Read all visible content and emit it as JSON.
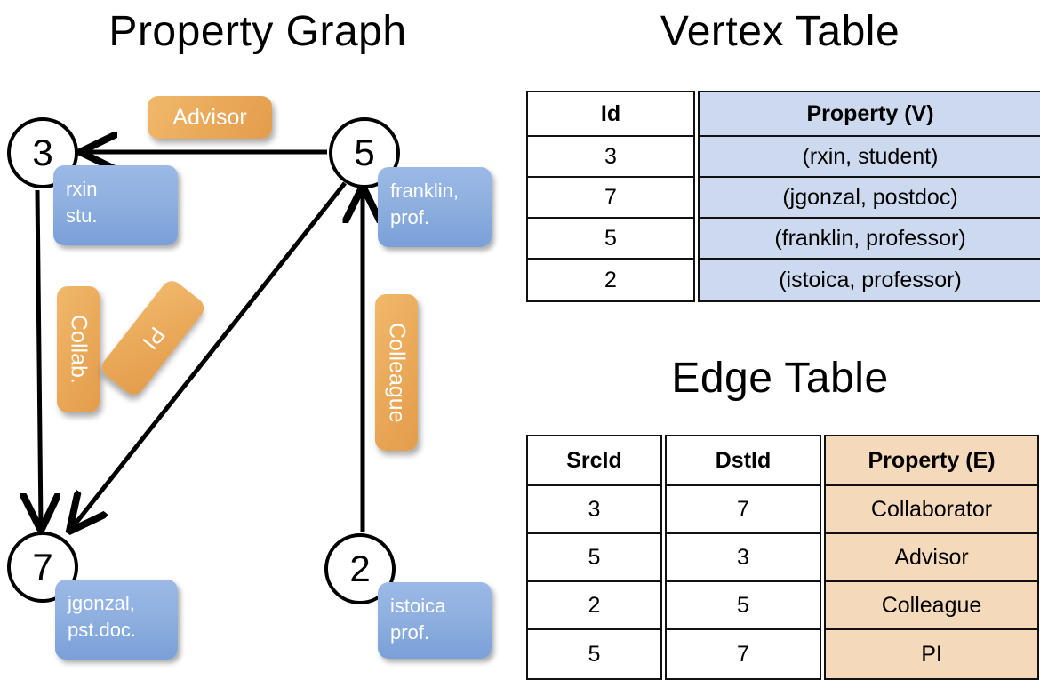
{
  "titles": {
    "property_graph": "Property Graph",
    "vertex_table": "Vertex Table",
    "edge_table": "Edge Table"
  },
  "colors": {
    "vertex_property_fill": "#ccd9ee",
    "edge_property_fill": "#f4dabb",
    "vertex_box": "#8fb0e0",
    "edge_box": "#eaa95a",
    "stroke": "#000000",
    "background": "#ffffff"
  },
  "graph": {
    "nodes": [
      {
        "id": "3",
        "label": "3",
        "property_lines": [
          "rxin",
          "stu."
        ]
      },
      {
        "id": "5",
        "label": "5",
        "property_lines": [
          "franklin,",
          "prof."
        ]
      },
      {
        "id": "7",
        "label": "7",
        "property_lines": [
          "jgonzal,",
          "pst.doc."
        ]
      },
      {
        "id": "2",
        "label": "2",
        "property_lines": [
          "istoica",
          "prof."
        ]
      }
    ],
    "edge_labels": [
      {
        "name": "advisor",
        "text": "Advisor",
        "orientation": "horizontal"
      },
      {
        "name": "collab",
        "text": "Collab.",
        "orientation": "vertical"
      },
      {
        "name": "pi",
        "text": "PI",
        "orientation": "vertical-rotated"
      },
      {
        "name": "colleague",
        "text": "Colleague",
        "orientation": "vertical"
      }
    ],
    "edges": [
      {
        "src": "5",
        "dst": "3",
        "label": "Advisor"
      },
      {
        "src": "3",
        "dst": "7",
        "label": "Collab."
      },
      {
        "src": "5",
        "dst": "7",
        "label": "PI"
      },
      {
        "src": "2",
        "dst": "5",
        "label": "Colleague"
      }
    ]
  },
  "vertex_table": {
    "headers": [
      "Id",
      "Property (V)"
    ],
    "rows": [
      {
        "id": "3",
        "property": "(rxin, student)"
      },
      {
        "id": "7",
        "property": "(jgonzal, postdoc)"
      },
      {
        "id": "5",
        "property": "(franklin, professor)"
      },
      {
        "id": "2",
        "property": "(istoica, professor)"
      }
    ]
  },
  "edge_table": {
    "headers": [
      "SrcId",
      "DstId",
      "Property (E)"
    ],
    "rows": [
      {
        "src": "3",
        "dst": "7",
        "property": "Collaborator"
      },
      {
        "src": "5",
        "dst": "3",
        "property": "Advisor"
      },
      {
        "src": "2",
        "dst": "5",
        "property": "Colleague"
      },
      {
        "src": "5",
        "dst": "7",
        "property": "PI"
      }
    ]
  }
}
